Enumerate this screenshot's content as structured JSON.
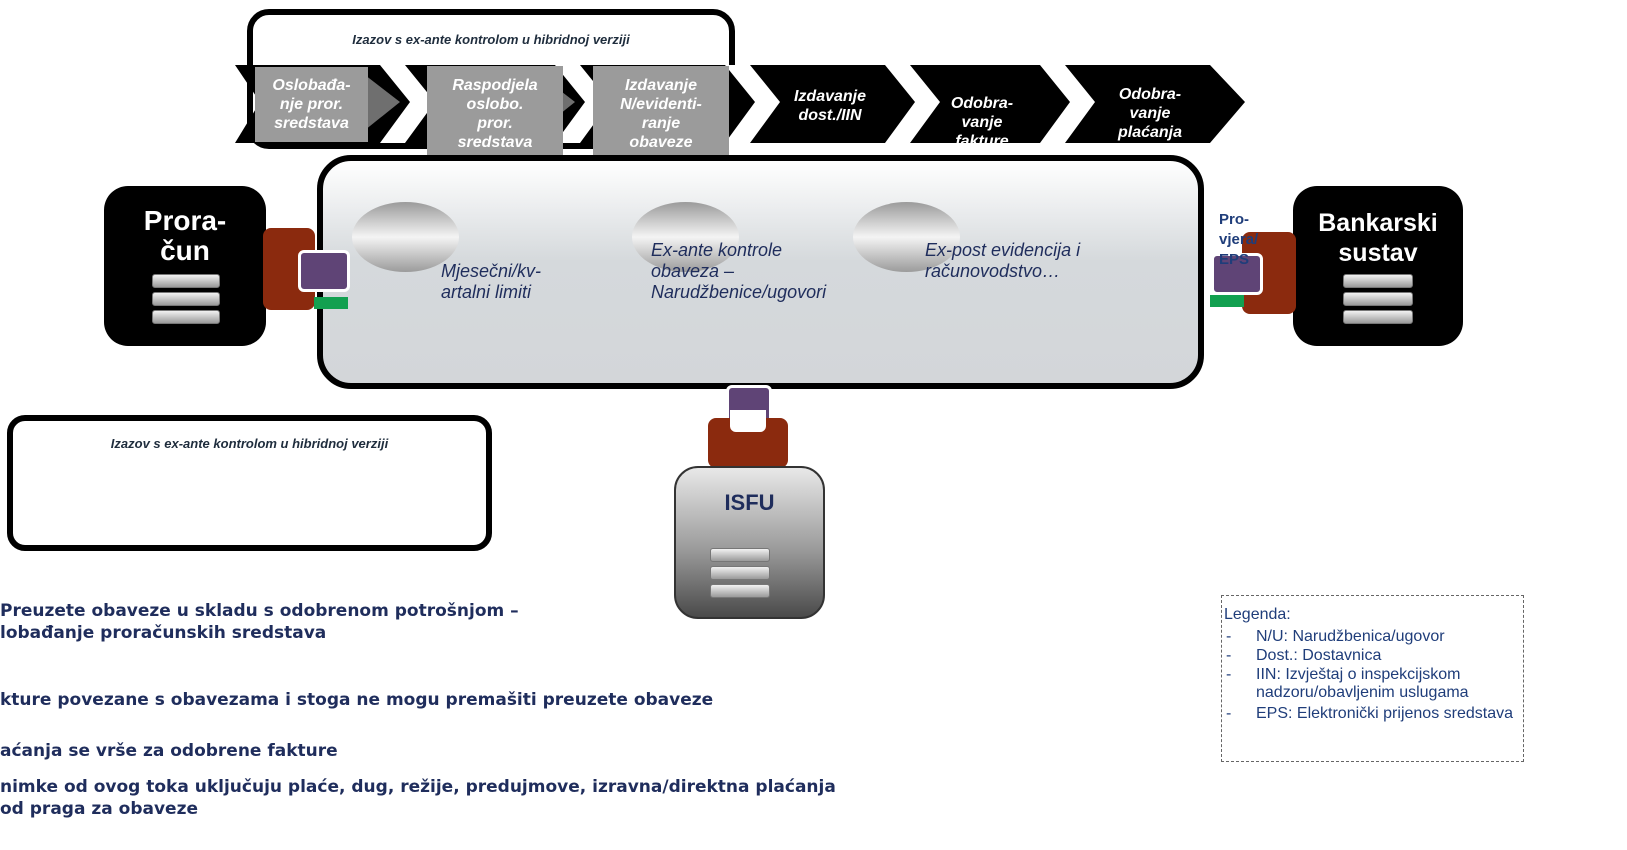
{
  "top_frame": {
    "title": "Izazov s ex-ante kontrolom u hibridnoj verziji"
  },
  "bottom_frame": {
    "title": "Izazov s ex-ante kontrolom u hibridnoj verziji"
  },
  "steps": [
    "Oslobađa-\nnje pror.\nsredstava",
    "Raspodjela\noslobo.\npror.\nsredstava",
    "Izdavanje\nN/evidenti-\nranje\nobaveze",
    "Izdavanje\ndost./IIN",
    "Odobra-\nvanje\nfakture",
    "Odobra-\nvanje\nplaćanja"
  ],
  "systems": {
    "proracun": "Prora-\nčun",
    "bankarski": "Bankarski\nsustav",
    "isfu": "ISFU"
  },
  "connector_label": "Pro-\nvjera/\nEPS",
  "controls": [
    "Mjesečni/kv-\nartalni limiti",
    "Ex-ante kontrole\nobaveza –\nNarudžbenice/ugovori",
    "Ex-post evidencija i\nračunovodstvo…"
  ],
  "bullets": [
    "Preuzete obaveze u skladu s odobrenom potrošnjom –",
    "lobađanje proračunskih sredstava",
    "kture povezane s obavezama i stoga ne mogu premašiti preuzete obaveze",
    "aćanja se vrše za odobrene fakture",
    "nimke od ovog toka uključuju plaće, dug, režije, predujmove, izravna/direktna plaćanja",
    "od praga za obaveze"
  ],
  "legend": {
    "title": "Legenda:",
    "items": [
      "N/U: Narudžbenica/ugovor",
      "Dost.: Dostavnica",
      "IIN: Izvještaj o inspekcijskom nadzoru/obavljenim uslugama",
      "EPS: Elektronički prijenos sredstava"
    ]
  },
  "colors": {
    "connector_brown": "#8b2a0e",
    "connector_purple": "#5f4476",
    "connector_green": "#12a050",
    "step_gray": "#9b9b9b"
  }
}
